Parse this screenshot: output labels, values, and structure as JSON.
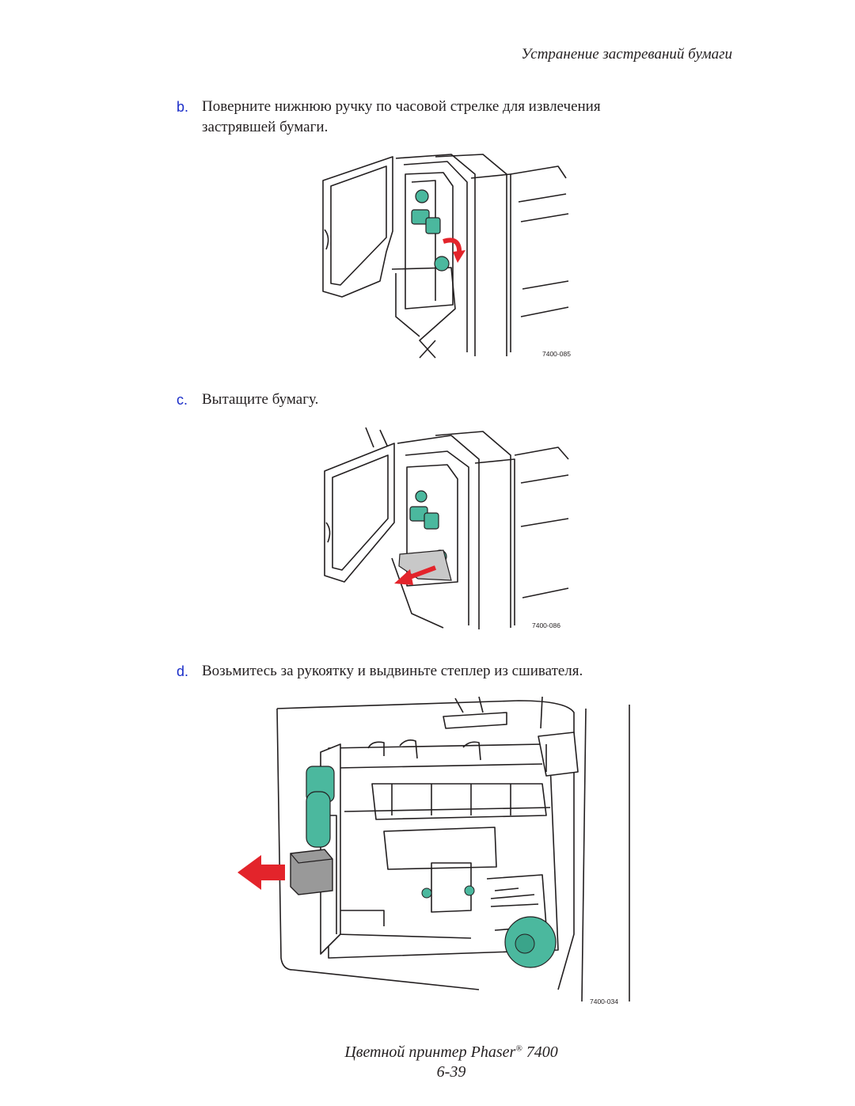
{
  "header": {
    "title": "Устранение застреваний бумаги"
  },
  "steps": [
    {
      "letter": "b.",
      "line1": "Поверните нижнюю ручку по часовой стрелке для извлечения",
      "line2": "застрявшей бумаги."
    },
    {
      "letter": "c.",
      "line1": "Вытащите бумагу."
    },
    {
      "letter": "d.",
      "line1": "Возьмитесь за рукоятку и выдвиньте степлер из сшивателя."
    }
  ],
  "figures": [
    {
      "code": "7400-085"
    },
    {
      "code": "7400-086"
    },
    {
      "code": "7400-034"
    }
  ],
  "footer": {
    "product": "Цветной принтер Phaser",
    "reg": "®",
    "model": "7400",
    "page": "6-39"
  },
  "colors": {
    "step_letter": "#1a2dc8",
    "arrow": "#e3242b",
    "knob": "#4bb89e",
    "paper": "#c8c8c8"
  }
}
